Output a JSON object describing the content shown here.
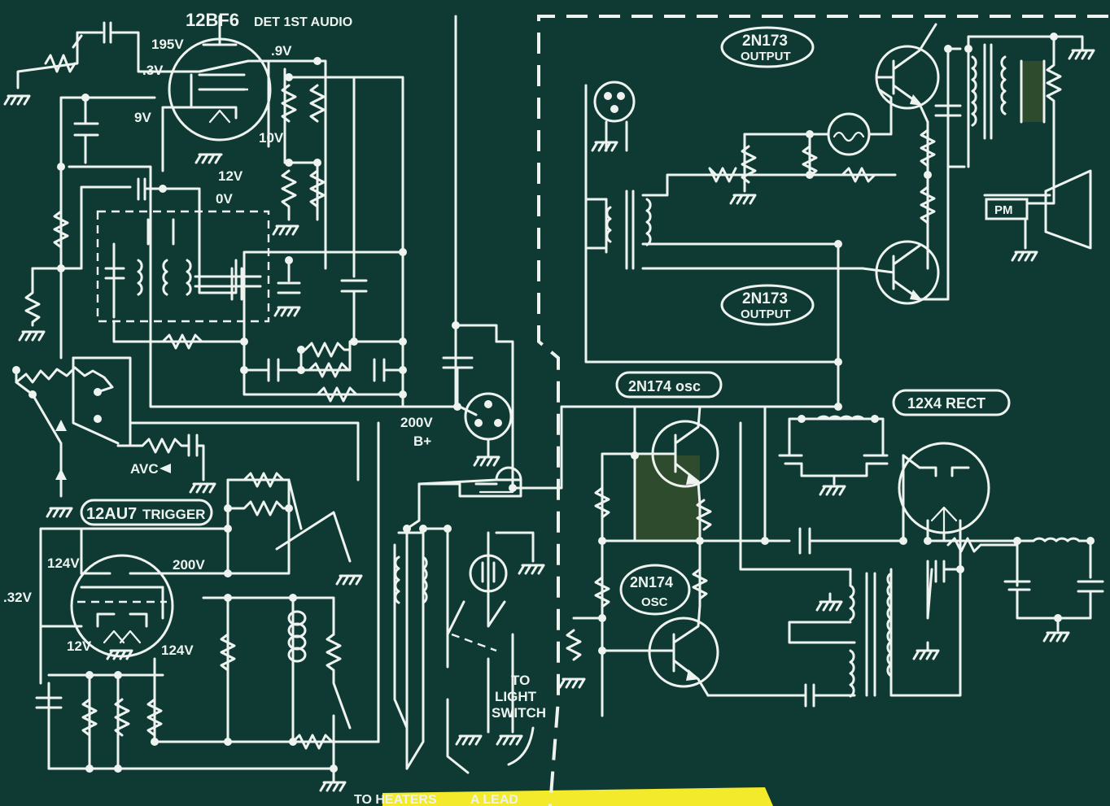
{
  "labels": {
    "tube1_name": "12BF6",
    "tube1_func": "DET 1ST AUDIO",
    "v195": "195V",
    "v03": ".3V",
    "v09": ".9V",
    "v9": "9V",
    "v10": "10V",
    "v12a": "12V",
    "v0": "0V",
    "avc": "AVC",
    "b200": "200V",
    "bplus": "B+",
    "tube2_name": "12AU7",
    "tube2_func": "TRIGGER",
    "v124a": "124V",
    "v200b": "200V",
    "v32": ".32V",
    "v12b": "12V",
    "v124b": "124V",
    "out1_a": "2N173",
    "out1_b": "OUTPUT",
    "out2_a": "2N173",
    "out2_b": "OUTPUT",
    "osc1": "2N174 osc",
    "osc2_a": "2N174",
    "osc2_b": "OSC",
    "rect": "12X4 RECT",
    "pm": "PM",
    "to": "TO",
    "light": "LIGHT",
    "switch": "SWITCH",
    "heaters": "TO HEATERS",
    "lead": "A LEAD"
  }
}
